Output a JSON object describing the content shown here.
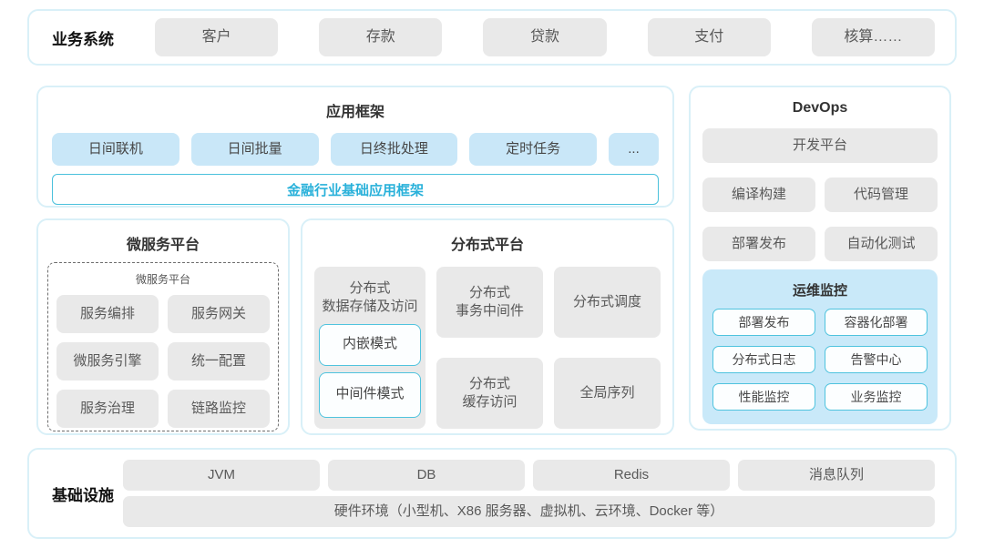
{
  "colors": {
    "panel_border": "#d9f0f8",
    "chip_grey": "#e9e9e9",
    "chip_blue": "#c9e7f8",
    "ops_panel_bg": "#c9e9f9",
    "accent_cyan_border": "#4ac1dc",
    "accent_cyan_text": "#29b1da"
  },
  "business_systems": {
    "label": "业务系统",
    "items": [
      "客户",
      "存款",
      "贷款",
      "支付",
      "核算……"
    ]
  },
  "app_framework": {
    "title": "应用框架",
    "modes": [
      "日间联机",
      "日间批量",
      "日终批处理",
      "定时任务",
      "..."
    ],
    "base": "金融行业基础应用框架"
  },
  "devops": {
    "title": "DevOps",
    "dev_platform": "开发平台",
    "tools": [
      "编译构建",
      "代码管理",
      "部署发布",
      "自动化测试"
    ],
    "ops_monitoring": {
      "title": "运维监控",
      "items": [
        "部署发布",
        "容器化部署",
        "分布式日志",
        "告警中心",
        "性能监控",
        "业务监控"
      ]
    }
  },
  "microservice_platform": {
    "title": "微服务平台",
    "inner_title": "微服务平台",
    "items": [
      "服务编排",
      "服务网关",
      "微服务引擎",
      "统一配置",
      "服务治理",
      "链路监控"
    ]
  },
  "distributed_platform": {
    "title": "分布式平台",
    "data_storage": {
      "label": "分布式\n数据存储及访问",
      "modes": [
        "内嵌模式",
        "中间件模式"
      ]
    },
    "cells": [
      "分布式\n事务中间件",
      "分布式调度",
      "分布式\n缓存访问",
      "全局序列"
    ]
  },
  "infrastructure": {
    "label": "基础设施",
    "items": [
      "JVM",
      "DB",
      "Redis",
      "消息队列"
    ],
    "hardware": "硬件环境（小型机、X86 服务器、虚拟机、云环境、Docker 等）"
  }
}
